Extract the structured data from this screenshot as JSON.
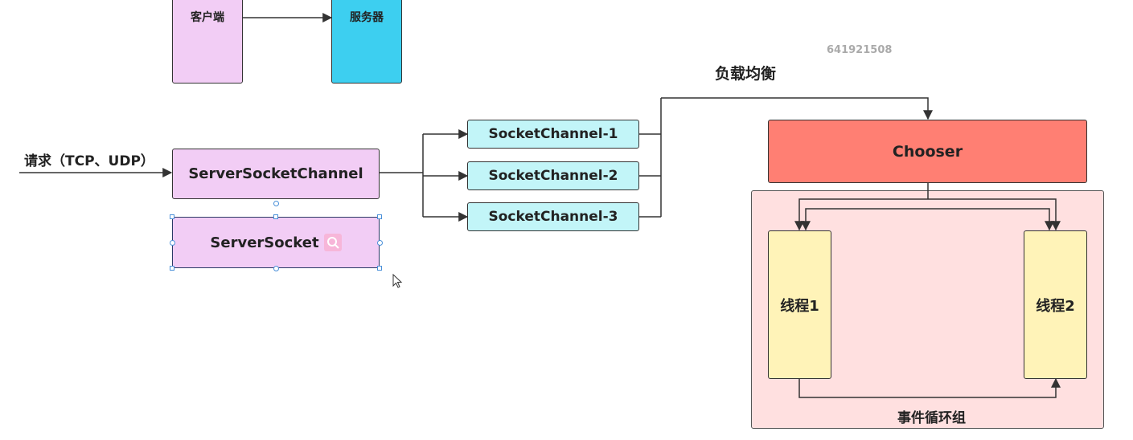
{
  "top": {
    "client_label": "客户端",
    "server_label": "服务器"
  },
  "watermark": "641921508",
  "request_label": "请求（TCP、UDP）",
  "server_socket_channel_label": "ServerSocketChannel",
  "server_socket_label": "ServerSocket",
  "socket_channels": [
    {
      "label": "SocketChannel-1"
    },
    {
      "label": "SocketChannel-2"
    },
    {
      "label": "SocketChannel-3"
    }
  ],
  "load_balance_label": "负载均衡",
  "chooser_label": "Chooser",
  "threads": [
    {
      "label": "线程1"
    },
    {
      "label": "线程2"
    }
  ],
  "event_loop_group_label": "事件循环组",
  "colors": {
    "client_fill": "#f2cdf5",
    "server_fill": "#3dcff0",
    "channel_fill": "#c2f5f8",
    "chooser_fill": "#ff7f73",
    "group_fill": "#ffe0e0",
    "thread_fill": "#fff3b8",
    "line": "#333333"
  },
  "icons": {
    "search_badge": "search-icon",
    "cursor": "mouse-pointer-icon"
  }
}
